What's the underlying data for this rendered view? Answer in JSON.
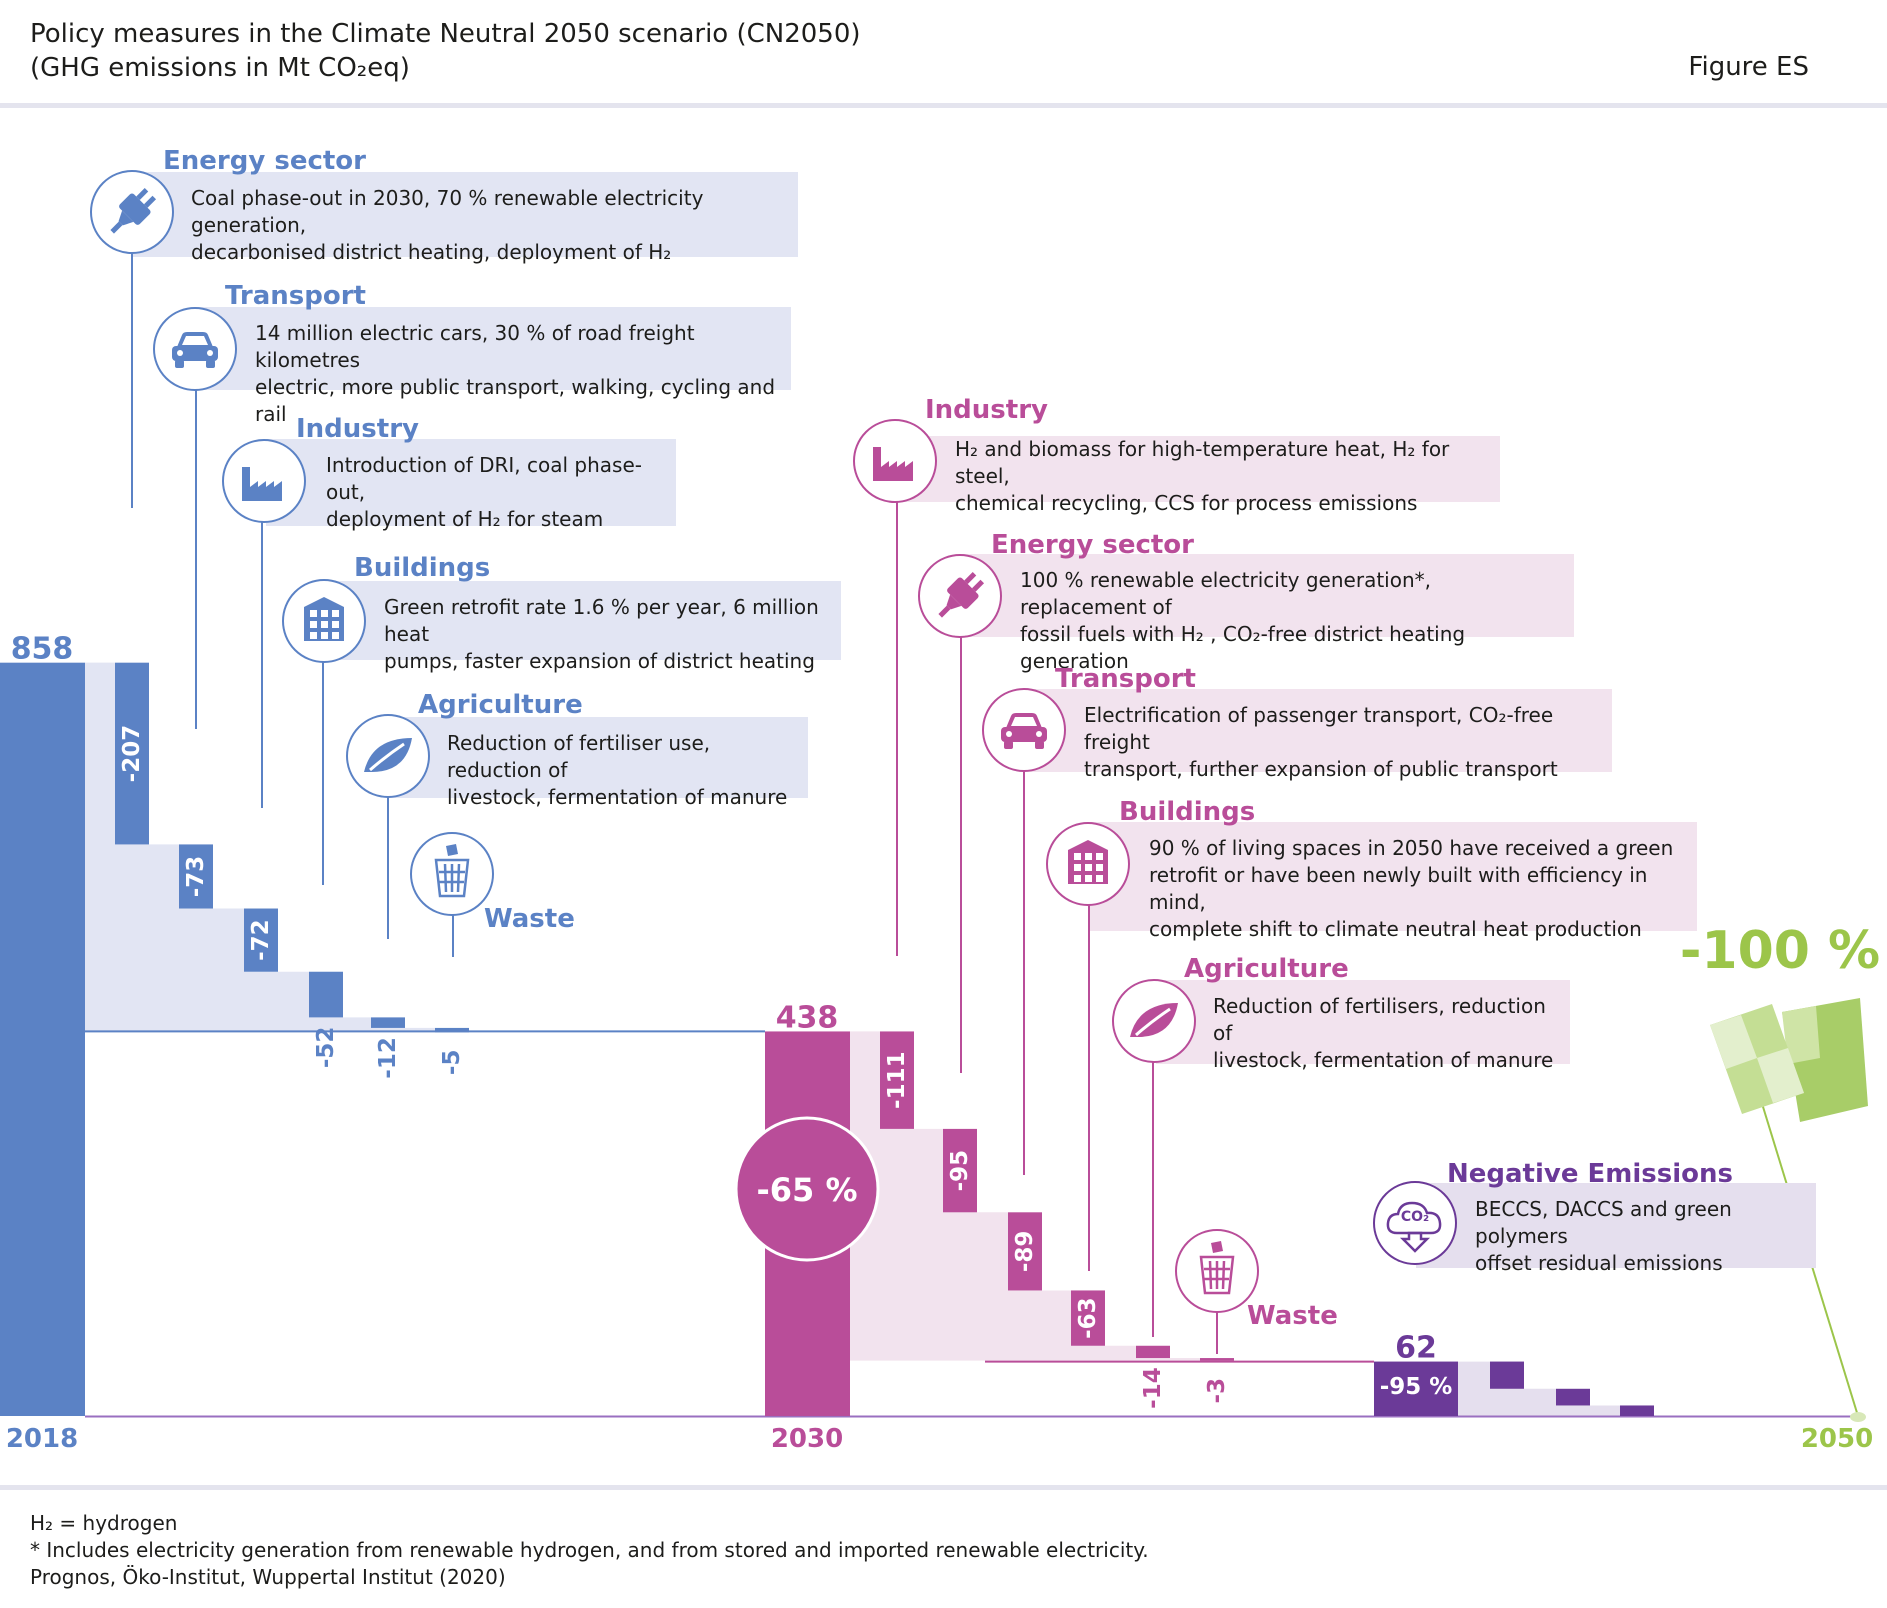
{
  "header": {
    "title_line1": "Policy measures in the Climate Neutral 2050 scenario (CN2050)",
    "title_line2": "(GHG emissions in Mt CO₂eq)",
    "figure_label": "Figure ES"
  },
  "colors": {
    "blue": "#5b82c5",
    "blue_light": "#e2e5f3",
    "pink": "#b94d99",
    "pink_light": "#f2e3ee",
    "purple": "#6b3a98",
    "purple_light": "#e5dfee",
    "green": "#9cc54a"
  },
  "chart_data": {
    "type": "bar",
    "subtype": "waterfall",
    "title": "Policy measures in the Climate Neutral 2050 scenario (CN2050)",
    "unit": "GHG emissions in Mt CO₂eq",
    "years": [
      "2018",
      "2030",
      "2050"
    ],
    "totals": [
      {
        "year": "2018",
        "value": 858,
        "label": "858"
      },
      {
        "year": "2030",
        "value": 438,
        "label": "438",
        "change_label": "-65 %"
      },
      {
        "year": "2050",
        "value": 62,
        "label": "62",
        "change_label": "-95 %",
        "final_label": "-100 %"
      }
    ],
    "period_2018_2030": [
      {
        "sector": "Energy sector",
        "value": -207,
        "label": "-207"
      },
      {
        "sector": "Transport",
        "value": -73,
        "label": "-73"
      },
      {
        "sector": "Industry",
        "value": -72,
        "label": "-72"
      },
      {
        "sector": "Buildings",
        "value": -52,
        "label": "-52"
      },
      {
        "sector": "Agriculture",
        "value": -12,
        "label": "-12"
      },
      {
        "sector": "Waste",
        "value": -5,
        "label": "-5"
      }
    ],
    "period_2030_2050": [
      {
        "sector": "Industry",
        "value": -111,
        "label": "-111"
      },
      {
        "sector": "Energy sector",
        "value": -95,
        "label": "-95"
      },
      {
        "sector": "Transport",
        "value": -89,
        "label": "-89"
      },
      {
        "sector": "Buildings",
        "value": -63,
        "label": "-63"
      },
      {
        "sector": "Agriculture",
        "value": -14,
        "label": "-14"
      },
      {
        "sector": "Waste",
        "value": -3,
        "label": "-3"
      }
    ],
    "negative_emissions_steps": [
      -31,
      -19,
      -12
    ]
  },
  "measures_2030": {
    "energy": {
      "heading": "Energy sector",
      "line1": "Coal phase-out in 2030, 70 % renewable electricity generation,",
      "line2": "decarbonised district heating, deployment of H₂",
      "icon": "plug-icon"
    },
    "transport": {
      "heading": "Transport",
      "line1": "14 million electric cars, 30 % of road freight kilometres",
      "line2": "electric, more public transport, walking, cycling and rail",
      "icon": "car-icon"
    },
    "industry": {
      "heading": "Industry",
      "line1": "Introduction of DRI, coal phase-out,",
      "line2": "deployment of H₂ for steam",
      "icon": "factory-icon"
    },
    "buildings": {
      "heading": "Buildings",
      "line1": "Green retrofit rate 1.6 % per year, 6 million heat",
      "line2": "pumps, faster expansion of district heating",
      "icon": "building-icon"
    },
    "agriculture": {
      "heading": "Agriculture",
      "line1": "Reduction of fertiliser use, reduction of",
      "line2": "livestock, fermentation of manure",
      "icon": "leaf-icon"
    },
    "waste": {
      "heading": "Waste",
      "icon": "bin-icon"
    }
  },
  "measures_2050": {
    "industry": {
      "heading": "Industry",
      "line1": "H₂ and biomass for high-temperature heat, H₂ for steel,",
      "line2": "chemical recycling, CCS for process emissions",
      "icon": "factory-icon"
    },
    "energy": {
      "heading": "Energy sector",
      "line1": "100 % renewable electricity generation*, replacement of",
      "line2": "fossil fuels with H₂ , CO₂-free district heating generation",
      "icon": "plug-icon"
    },
    "transport": {
      "heading": "Transport",
      "line1": "Electrification of passenger transport, CO₂-free freight",
      "line2": "transport, further expansion of public transport",
      "icon": "car-icon"
    },
    "buildings": {
      "heading": "Buildings",
      "line1": "90 % of living spaces in 2050 have received a green",
      "line2": "retrofit or have been newly built with efficiency in mind,",
      "line3": "complete shift to climate neutral heat production",
      "icon": "building-icon"
    },
    "agriculture": {
      "heading": "Agriculture",
      "line1": "Reduction of fertilisers, reduction of",
      "line2": "livestock, fermentation of manure",
      "icon": "leaf-icon"
    },
    "waste": {
      "heading": "Waste",
      "icon": "bin-icon"
    },
    "negative": {
      "heading": "Negative Emissions",
      "line1": "BECCS, DACCS and green polymers",
      "line2": "offset residual emissions",
      "icon": "co2-cloud-icon",
      "icon_text": "CO₂"
    }
  },
  "footnotes": {
    "h2": "H₂ = hydrogen",
    "star": "* Includes electricity generation from renewable hydrogen, and from stored and imported renewable electricity.",
    "source": "Prognos, Öko-Institut, Wuppertal Institut (2020)"
  }
}
